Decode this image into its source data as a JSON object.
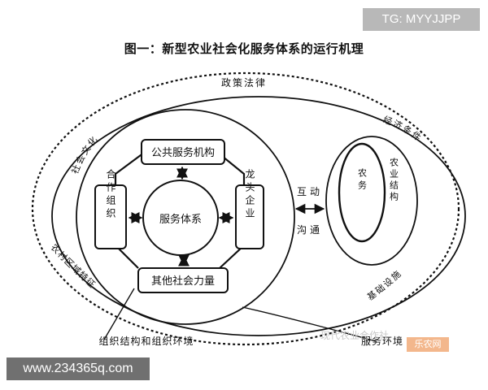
{
  "header": {
    "title": "图一：新型农业社会化服务体系的运行机理"
  },
  "watermarks": {
    "telegram": "TG: MYYJJPP",
    "website": "www.234365q.com",
    "tag": "乐农网",
    "logo_text": "现代农业合作社"
  },
  "diagram": {
    "outer_ring_labels": {
      "top": "政策法律",
      "left": "社会文化",
      "right": "经济条件",
      "bottom_left": "农村区域特征",
      "bottom_right": "基础设施"
    },
    "center_node": "服务体系",
    "nodes": {
      "top": "公共服务机构",
      "left": "合作组织",
      "right": "龙头企业",
      "bottom": "其他社会力量"
    },
    "interaction": {
      "upper": "互动",
      "lower": "沟通"
    },
    "farmer_ellipse": {
      "inner": "农务",
      "side": "农业结构"
    },
    "callouts": {
      "left": "组织结构和组织环境",
      "right": "服务环境"
    }
  }
}
